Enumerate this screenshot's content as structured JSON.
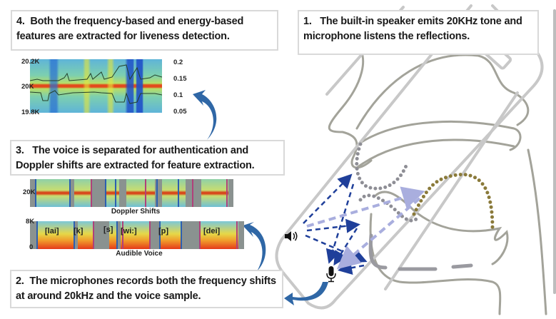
{
  "steps": {
    "step4": {
      "number": "4.",
      "text": "Both the frequency-based and energy-based features are extracted for liveness detection."
    },
    "step1": {
      "number": "1.",
      "text": "The built-in speaker emits  20KHz tone and microphone listens the reflections."
    },
    "step3": {
      "number": "3.",
      "text": "The voice is separated for authentication and Doppler shifts are extracted for feature extraction."
    },
    "step2": {
      "number": "2.",
      "text": "The microphones records both the frequency shifts at around 20kHz and the voice sample."
    }
  },
  "feature_plot": {
    "left_ticks": [
      "20.2K",
      "20K",
      "19.8K"
    ],
    "right_ticks": [
      "0.2",
      "0.15",
      "0.1",
      "0.05"
    ]
  },
  "doppler_plot": {
    "y_label": "20K",
    "caption": "Doppler Shifts"
  },
  "voice_plot": {
    "y_top": "8K",
    "y_bottom": "0",
    "caption": "Audible Voice",
    "phonemes": [
      "[lai]",
      "[k]",
      "[s]",
      "[wi:]",
      "[p]",
      "[dei]"
    ]
  },
  "colors": {
    "arrow_dark": "#1f3f9a",
    "arrow_light": "#a9aede",
    "flow_arrow": "#2f67a6",
    "outline": "#a3a39a",
    "phone": "#c8c8c8",
    "dot_gray": "#8e8e95",
    "dot_olive": "#8a7a3a"
  }
}
